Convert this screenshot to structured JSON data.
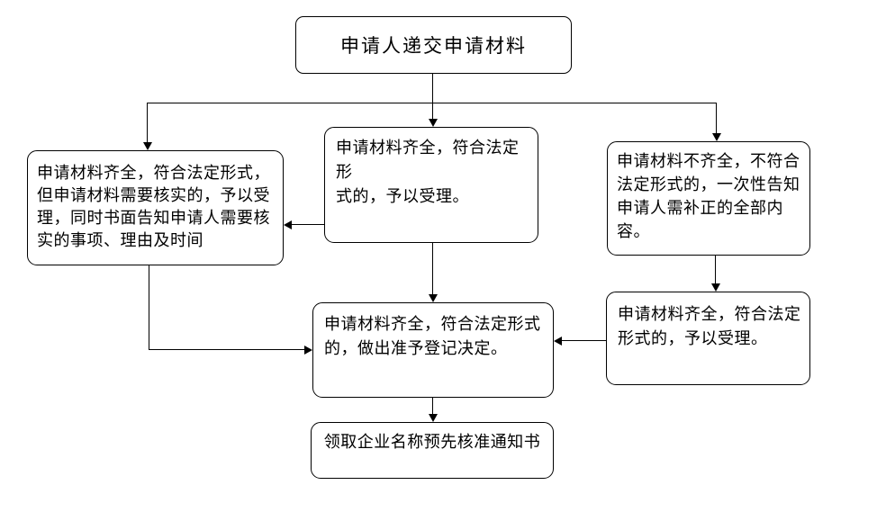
{
  "diagram": {
    "type": "flowchart",
    "language": "zh-CN",
    "colors": {
      "background": "#ffffff",
      "line": "#000000",
      "node_fill": "#ffffff",
      "node_border": "#000000",
      "text": "#000000"
    },
    "nodes": {
      "submit": {
        "text": "申请人递交申请材料"
      },
      "verify": {
        "text": "申请材料齐全，符合法定形式，\n但申请材料需要核实的，予以受\n理，同时书面告知申请人需要核\n实的事项、理由及时间"
      },
      "complete": {
        "text": "申请材料齐全，符合法定形\n式的，予以受理。"
      },
      "incomplete": {
        "text": "申请材料不齐全，不符合\n法定形式的，一次性告知\n申请人需补正的全部内\n容。"
      },
      "resubmit": {
        "text": "申请材料齐全，符合法定\n形式的，予以受理。"
      },
      "decision": {
        "text": "申请材料齐全，符合法定形式\n的，做出准予登记决定。"
      },
      "receive": {
        "text": "领取企业名称预先核准通知书"
      }
    },
    "edges": [
      {
        "from": "submit",
        "to": "verify"
      },
      {
        "from": "submit",
        "to": "complete"
      },
      {
        "from": "submit",
        "to": "incomplete"
      },
      {
        "from": "complete",
        "to": "verify"
      },
      {
        "from": "complete",
        "to": "decision"
      },
      {
        "from": "verify",
        "to": "decision"
      },
      {
        "from": "incomplete",
        "to": "resubmit"
      },
      {
        "from": "resubmit",
        "to": "decision"
      },
      {
        "from": "decision",
        "to": "receive"
      }
    ]
  }
}
